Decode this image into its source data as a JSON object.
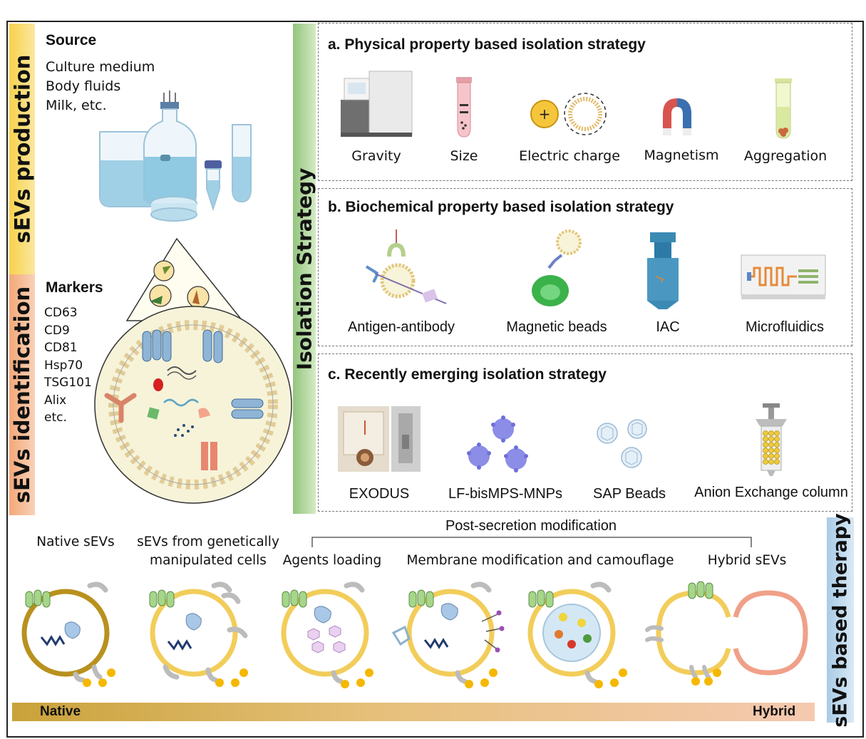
{
  "left_panel": {
    "production_label": "sEVs production",
    "identification_label": "sEVs identification",
    "source_title": "Source",
    "source_items": [
      "Culture medium",
      "Body fluids",
      "Milk, etc."
    ],
    "markers_title": "Markers",
    "marker_items": [
      "CD63",
      "CD9",
      "CD81",
      "Hsp70",
      "TSG101",
      "Alix",
      "etc."
    ]
  },
  "isolation": {
    "label": "Isolation Strategy",
    "physical": {
      "title": "a. Physical property based isolation strategy",
      "items": [
        "Gravity",
        "Size",
        "Electric charge",
        "Magnetism",
        "Aggregation"
      ]
    },
    "biochemical": {
      "title": "b. Biochemical property based isolation strategy",
      "items": [
        "Antigen-antibody",
        "Magnetic beads",
        "IAC",
        "Microfluidics"
      ]
    },
    "emerging": {
      "title": "c. Recently emerging isolation strategy",
      "items": [
        "EXODUS",
        "LF-bisMPS-MNPs",
        "SAP Beads",
        "Anion Exchange column"
      ]
    }
  },
  "therapy": {
    "label": "sEVs based therapy",
    "post_secretion": "Post-secretion modification",
    "types": [
      "Native sEVs",
      "sEVs from genetically manipulated cells",
      "Agents loading",
      "Membrane modification and camouflage",
      "Hybrid sEVs"
    ],
    "genetic_line1": "sEVs from genetically",
    "genetic_line2": "manipulated cells",
    "gradient_left": "Native",
    "gradient_right": "Hybrid"
  },
  "colors": {
    "production_bar": "#f5d562",
    "identification_bar": "#f2b183",
    "isolation_bar": "#a9d18e",
    "therapy_bar": "#bdd7ee",
    "gradient_start": "#c9a23a",
    "gradient_end": "#f5c9b0"
  }
}
